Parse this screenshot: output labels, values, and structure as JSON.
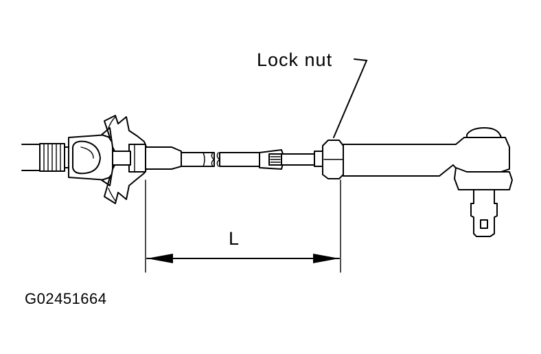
{
  "diagram": {
    "callout_label": "Lock nut",
    "dimension_label": "L",
    "figure_id": "G02451664"
  },
  "colors": {
    "line": "#000000",
    "background": "#ffffff"
  }
}
